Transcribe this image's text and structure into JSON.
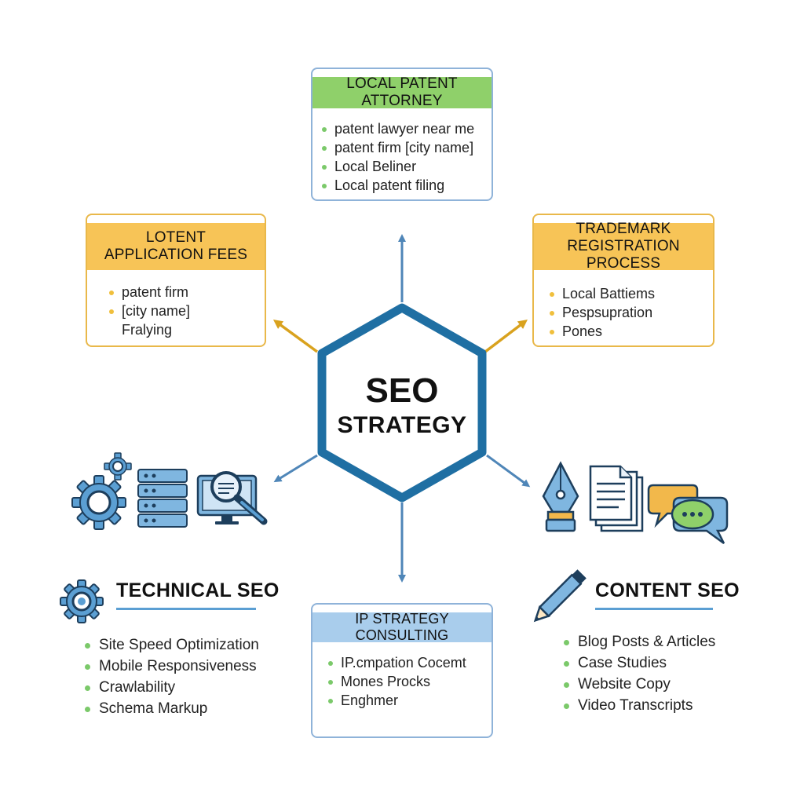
{
  "center": {
    "line1": "SEO",
    "line2": "STRATEGY"
  },
  "cards": {
    "top": {
      "title": "LOCAL PATENT ATTORNEY",
      "items": [
        "patent lawyer near me",
        "patent firm [city name]",
        "Local Beliner",
        "Local patent filing"
      ]
    },
    "left": {
      "title_line1": "LOTENT",
      "title_line2": "APPLICATION FEES",
      "items": [
        "patent firm",
        "[city name]",
        "Fralying"
      ]
    },
    "right": {
      "title_line1": "TRADEMARK",
      "title_line2": "REGISTRATION PROCESS",
      "items": [
        "Local Battiems",
        "Pespsupration",
        "Pones"
      ]
    },
    "bottom": {
      "title": "IP STRATEGY CONSULTING",
      "items": [
        "IP.cmpation Cocemt",
        "Mones Procks",
        "Enghmer"
      ]
    }
  },
  "technical": {
    "title": "TECHNICAL SEO",
    "items": [
      "Site Speed Optimization",
      "Mobile Responsiveness",
      "Crawlability",
      "Schema Markup"
    ]
  },
  "content": {
    "title": "CONTENT SEO",
    "items": [
      "Blog Posts & Articles",
      "Case Studies",
      "Website Copy",
      "Video Transcripts"
    ]
  },
  "colors": {
    "hexagon": "#1f6fa3",
    "arrow_blue": "#4f86b8",
    "arrow_gold": "#d9a21e",
    "accent_green": "#8fd06a",
    "accent_yellow": "#f7c457",
    "accent_blue": "#a9cdec"
  }
}
